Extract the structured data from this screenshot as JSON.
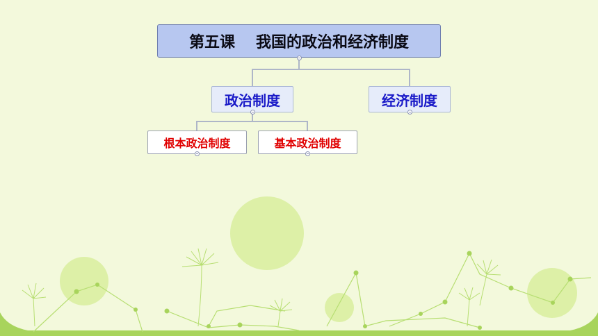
{
  "diagram": {
    "root": {
      "course": "第五课",
      "title": "我国的政治和经济制度"
    },
    "branches": [
      {
        "label": "政治制度",
        "children": [
          {
            "label": "根本政治制度"
          },
          {
            "label": "基本政治制度"
          }
        ]
      },
      {
        "label": "经济制度",
        "children": []
      }
    ]
  },
  "colors": {
    "root_fill": "#b7c7f0",
    "branch_text": "#1a1ac8",
    "leaf_text": "#e00000",
    "background": "#f3f9dc",
    "decoration": "#b9e07a"
  }
}
